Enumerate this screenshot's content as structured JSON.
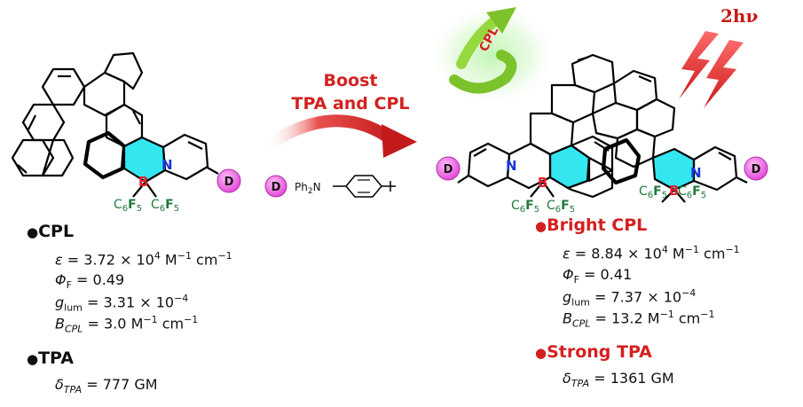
{
  "arrow_label": {
    "line1": "Boost",
    "line2": "TPA and CPL"
  },
  "photon_label": "2hν",
  "cpl_tag": "CPL",
  "donor_symbol": "D",
  "donor_structure": {
    "group": "Ph",
    "group_sub": "2",
    "atom": "N"
  },
  "atoms": {
    "boron": "B",
    "nitrogen": "N",
    "pfp": "C",
    "pfp_sub1": "6",
    "pfp_f": "F",
    "pfp_sub2": "5"
  },
  "left_panel": {
    "heading": "CPL",
    "epsilon": {
      "symbol": "ε",
      "value": "= 3.72",
      "times": "×",
      "mant": "10",
      "exp": "4",
      "unit": "M",
      "unit_exp": "−1",
      "unit2": "cm",
      "unit2_exp": "−1"
    },
    "phi": {
      "symbol": "Φ",
      "sub": "F",
      "value": "= 0.49"
    },
    "glum": {
      "symbol": "g",
      "sub": "lum",
      "value": "= 3.31",
      "times": "×",
      "mant": "10",
      "exp": "−4"
    },
    "bcpl": {
      "symbol": "B",
      "sub": "CPL",
      "value": "= 3.0",
      "unit": "M",
      "unit_exp": "−1",
      "unit2": "cm",
      "unit2_exp": "−1"
    },
    "heading2": "TPA",
    "delta": {
      "symbol": "δ",
      "sub": "TPA",
      "value": "= 777 GM"
    }
  },
  "right_panel": {
    "heading": "Bright CPL",
    "epsilon": {
      "symbol": "ε",
      "value": "= 8.84",
      "times": "×",
      "mant": "10",
      "exp": "4",
      "unit": "M",
      "unit_exp": "−1",
      "unit2": "cm",
      "unit2_exp": "−1"
    },
    "phi": {
      "symbol": "Φ",
      "sub": "F",
      "value": "= 0.41"
    },
    "glum": {
      "symbol": "g",
      "sub": "lum",
      "value": "= 7.37",
      "times": "×",
      "mant": "10",
      "exp": "−4"
    },
    "bcpl": {
      "symbol": "B",
      "sub": "CPL",
      "value": "= 13.2",
      "unit": "M",
      "unit_exp": "−1",
      "unit2": "cm",
      "unit2_exp": "−1"
    },
    "heading2": "Strong TPA",
    "delta": {
      "symbol": "δ",
      "sub": "TPA",
      "value": "= 1361 GM"
    }
  },
  "colors": {
    "accent_red": "#d42020",
    "bn_fill": "#33e6f0",
    "donor_fill": "#f06ce8",
    "boron_red": "#e0202c",
    "nitrogen_blue": "#1a37d6",
    "pfp_green": "#1f7a3a",
    "cpl_green": "#7cc22a"
  }
}
